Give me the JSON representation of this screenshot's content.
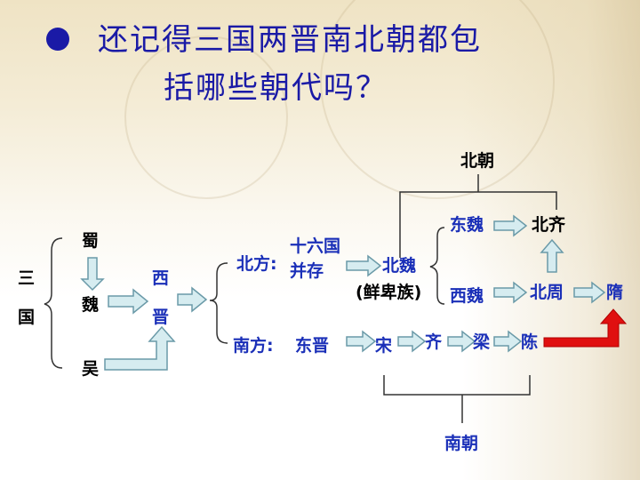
{
  "title": {
    "line1": "还记得三国两晋南北朝都包",
    "line2": "括哪些朝代吗？"
  },
  "diagram": {
    "sanguo_char1": "三",
    "sanguo_char2": "国",
    "shu": "蜀",
    "wei": "魏",
    "wu": "吴",
    "xijin_char1": "西",
    "xijin_char2": "晋",
    "north_label": "北方:",
    "south_label": "南方:",
    "sixteen_line1": "十六国",
    "sixteen_line2": "并存",
    "dongjin": "东晋",
    "beiwei": "北魏",
    "xianbei": "(鲜卑族)",
    "dongwei": "东魏",
    "xiwei": "西魏",
    "beiqi": "北齐",
    "beizhou": "北周",
    "sui": "隋",
    "song": "宋",
    "qi": "齐",
    "liang": "梁",
    "chen": "陈",
    "beichao": "北朝",
    "nanchao": "南朝"
  },
  "colors": {
    "title": "#1a1aa6",
    "label_blue": "#1a2fb8",
    "arrow_fill": "#d6ecf0",
    "arrow_stroke": "#6a9aa8",
    "red_arrow": "#e01010"
  }
}
